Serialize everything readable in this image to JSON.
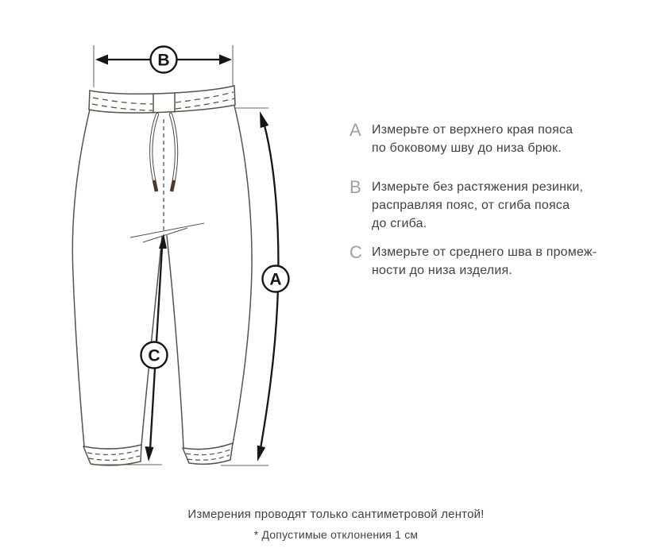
{
  "diagram": {
    "marks": {
      "a": "A",
      "b": "B",
      "c": "C"
    },
    "colors": {
      "outline": "#5a5148",
      "arrow": "#161616",
      "aglet": "#4e3b27",
      "legend_letter": "#9aa1a8",
      "text": "#3e4247",
      "background": "#ffffff"
    }
  },
  "legend": {
    "items": [
      {
        "letter": "A",
        "lines": [
          "Измерьте от верхнего края пояса",
          "по боковому шву до низа брюк."
        ]
      },
      {
        "letter": "B",
        "lines": [
          "Измерьте без растяжения резинки,",
          "расправляя пояс, от сгиба пояса",
          "до сгиба."
        ]
      },
      {
        "letter": "C",
        "lines": [
          "Измерьте от среднего шва в промеж-",
          "ности до низа изделия."
        ]
      }
    ]
  },
  "footer": {
    "line1": "Измерения проводят только сантиметровой лентой!",
    "line2": "* Допустимые отклонения 1 см"
  }
}
